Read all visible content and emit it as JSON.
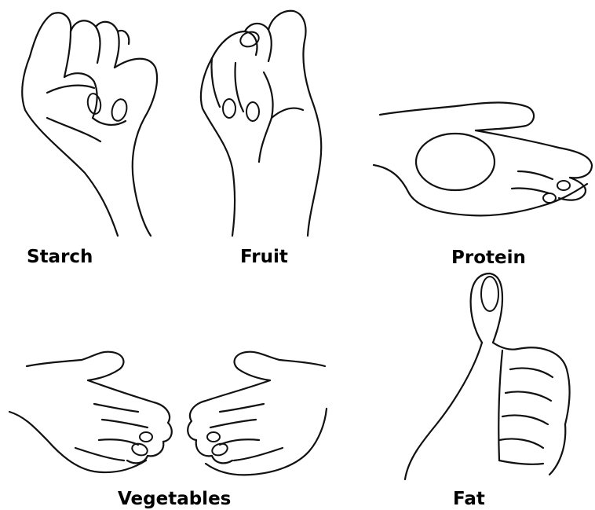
{
  "portions": [
    {
      "id": "starch",
      "label": "Starch",
      "icon": "cupped-fist-icon"
    },
    {
      "id": "fruit",
      "label": "Fruit",
      "icon": "cupped-fist-icon"
    },
    {
      "id": "protein",
      "label": "Protein",
      "icon": "open-palm-icon"
    },
    {
      "id": "vegetables",
      "label": "Vegetables",
      "icon": "two-open-hands-icon"
    },
    {
      "id": "fat",
      "label": "Fat",
      "icon": "thumbs-up-icon"
    }
  ]
}
